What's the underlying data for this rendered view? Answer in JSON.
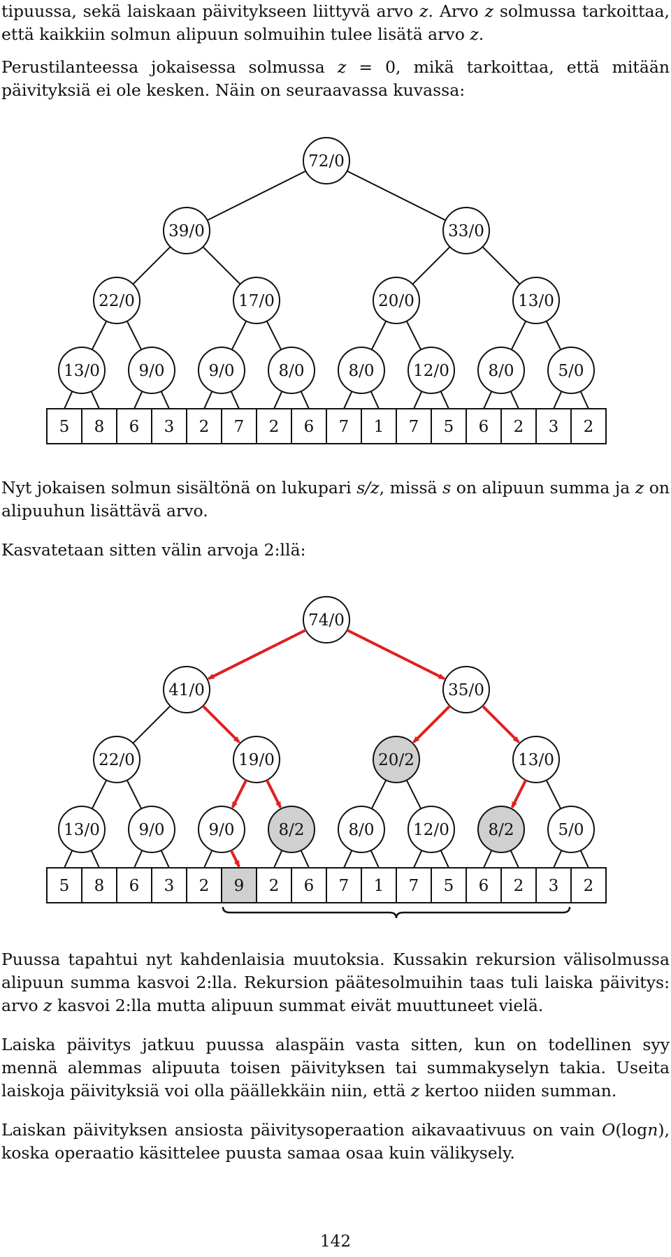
{
  "paragraphs": {
    "p0": [
      "tipuussa, sekä laiskaan päivitykseen liittyvä arvo ",
      "z",
      ". Arvo ",
      "z",
      " solmussa tarkoittaa, että kaikkiin solmun alipuun solmuihin tulee lisätä arvo ",
      "z",
      "."
    ],
    "p1": [
      "Perustilanteessa jokaisessa solmussa ",
      "z",
      " = 0, mikä tarkoittaa, että mitään päivityksiä ei ole kesken. Näin on seuraavassa kuvassa:"
    ],
    "p2": [
      "Nyt jokaisen solmun sisältönä on lukupari ",
      "s/z",
      ", missä ",
      "s",
      " on alipuun summa ja ",
      "z",
      " on alipuuhun lisättävä arvo."
    ],
    "p3": [
      "Kasvatetaan sitten välin arvoja 2:llä:"
    ],
    "p4": [
      "Puussa tapahtui nyt kahdenlaisia muutoksia. Kussakin rekursion välisolmussa alipuun summa kasvoi 2:lla. Rekursion päätesolmuihin taas tuli laiska päivitys: arvo ",
      "z",
      " kasvoi 2:lla mutta alipuun summat eivät muuttuneet vielä."
    ],
    "p5": [
      "Laiska päivitys jatkuu puussa alaspäin vasta sitten, kun on todellinen syy mennä alemmas alipuuta toisen päivityksen tai summakyselyn takia. Useita laiskoja päivityksiä voi olla päällekkäin niin, että ",
      "z",
      " kertoo niiden summan."
    ],
    "p6": [
      "Laiskan päivityksen ansiosta päivitysoperaation aikavaativuus on vain ",
      "O",
      "(log",
      "n",
      "), koska operaatio käsittelee puusta samaa osaa kuin välikysely."
    ]
  },
  "tree1": {
    "nodes": [
      "72/0",
      "39/0",
      "33/0",
      "22/0",
      "17/0",
      "20/0",
      "13/0",
      "13/0",
      "9/0",
      "9/0",
      "8/0",
      "8/0",
      "12/0",
      "8/0",
      "5/0"
    ],
    "array": [
      5,
      8,
      6,
      3,
      2,
      7,
      2,
      6,
      7,
      1,
      7,
      5,
      6,
      2,
      3,
      2
    ],
    "highlighted_nodes": [],
    "highlighted_cells": [],
    "arrows": []
  },
  "tree2": {
    "nodes": [
      "74/0",
      "41/0",
      "35/0",
      "22/0",
      "19/0",
      "20/2",
      "13/0",
      "13/0",
      "9/0",
      "9/0",
      "8/2",
      "8/0",
      "12/0",
      "8/2",
      "5/0"
    ],
    "array": [
      5,
      8,
      6,
      3,
      2,
      9,
      2,
      6,
      7,
      1,
      7,
      5,
      6,
      2,
      3,
      2
    ],
    "highlighted_nodes": [
      5,
      10,
      13
    ],
    "highlighted_cells": [
      5
    ],
    "arrows": [
      [
        0,
        1
      ],
      [
        0,
        2
      ],
      [
        1,
        4
      ],
      [
        2,
        5
      ],
      [
        2,
        6
      ],
      [
        4,
        9
      ],
      [
        4,
        10
      ],
      [
        6,
        13
      ],
      [
        9,
        5
      ]
    ],
    "brace_range": [
      5,
      14
    ]
  },
  "colors": {
    "highlight_fill": "#d0d0d0",
    "arrow": "#e02020",
    "line": "#111111"
  },
  "page_number": "142"
}
